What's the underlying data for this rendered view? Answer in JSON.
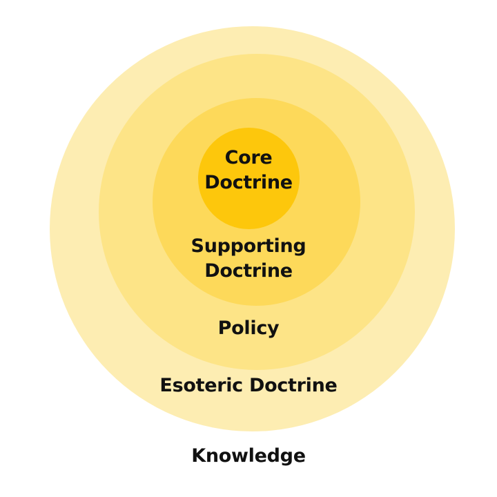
{
  "colors": {
    "knowledge": "#fdedb2",
    "esoteric": "#fde487",
    "policy": "#fdd95a",
    "core": "#fdc70c",
    "text": "#111111"
  },
  "rings": {
    "core": {
      "line1": "Core",
      "line2": "Doctrine"
    },
    "supporting": {
      "line1": "Supporting",
      "line2": "Doctrine"
    },
    "policy": {
      "label": "Policy"
    },
    "esoteric": {
      "label": "Esoteric Doctrine"
    },
    "knowledge": {
      "label": "Knowledge"
    }
  }
}
